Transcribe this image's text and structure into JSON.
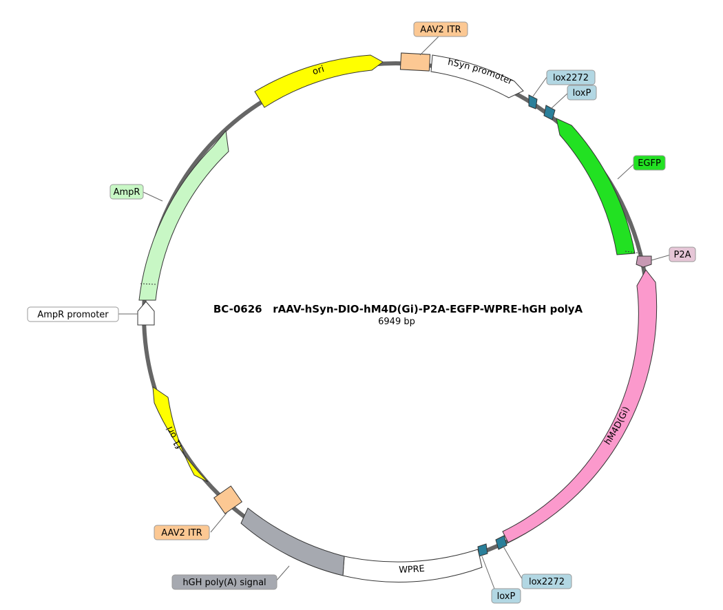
{
  "plasmid": {
    "name": "BC-0626   rAAV-hSyn-DIO-hM4D(Gi)-P2A-EGFP-WPRE-hGH polyA",
    "size": "6949 bp"
  },
  "features": [
    {
      "id": "aav2-itr-top",
      "label": "AAV2 ITR",
      "color": "#fcc893",
      "type": "box",
      "label_mode": "callout"
    },
    {
      "id": "hsyn-promoter",
      "label": "hSyn promoter",
      "color": "#ffffff",
      "type": "arrow",
      "label_mode": "inside"
    },
    {
      "id": "lox2272-top",
      "label": "lox2272",
      "color": "#2a7f9a",
      "type": "small-arrow",
      "label_mode": "callout"
    },
    {
      "id": "loxp-top",
      "label": "loxP",
      "color": "#2a7f9a",
      "type": "small-arrow",
      "label_mode": "callout"
    },
    {
      "id": "egfp",
      "label": "EGFP",
      "color": "#22e122",
      "type": "arrow",
      "label_mode": "callout"
    },
    {
      "id": "p2a",
      "label": "P2A",
      "color": "#c799b3",
      "type": "small-arrow",
      "label_mode": "callout"
    },
    {
      "id": "hm4d-gi",
      "label": "hM4D(Gi)",
      "color": "#fb99cc",
      "type": "arrow",
      "label_mode": "inside"
    },
    {
      "id": "lox2272-bottom",
      "label": "lox2272",
      "color": "#2a7f9a",
      "type": "small-arrow",
      "label_mode": "callout"
    },
    {
      "id": "loxp-bottom",
      "label": "loxP",
      "color": "#2a7f9a",
      "type": "small-arrow",
      "label_mode": "callout"
    },
    {
      "id": "wpre",
      "label": "WPRE",
      "color": "#ffffff",
      "type": "box",
      "label_mode": "inside"
    },
    {
      "id": "hgh-polya",
      "label": "hGH poly(A) signal",
      "color": "#a6a9b0",
      "type": "box",
      "label_mode": "callout"
    },
    {
      "id": "aav2-itr-bottom",
      "label": "AAV2 ITR",
      "color": "#fcc893",
      "type": "box",
      "label_mode": "callout"
    },
    {
      "id": "f1-ori",
      "label": "f1 ori",
      "color": "#ffff00",
      "type": "arrow",
      "label_mode": "inside"
    },
    {
      "id": "ampr-promoter",
      "label": "AmpR promoter",
      "color": "#ffffff",
      "type": "small-arrow",
      "label_mode": "callout"
    },
    {
      "id": "ampr",
      "label": "AmpR",
      "color": "#c8f7c5",
      "type": "arrow",
      "label_mode": "callout"
    },
    {
      "id": "ori",
      "label": "ori",
      "color": "#ffff00",
      "type": "arrow",
      "label_mode": "inside"
    }
  ],
  "colors": {
    "backbone": "#666666",
    "outline": "#333333",
    "lox_callout_fill": "#b2d7e3",
    "p2a_callout_fill": "#e6c6d7"
  }
}
